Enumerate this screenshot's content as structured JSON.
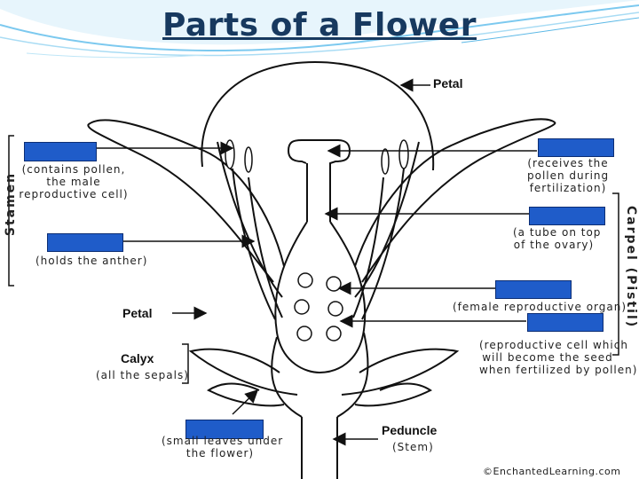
{
  "title": "Parts of a Flower",
  "labels": {
    "petal_top": "Petal",
    "stamen": "Stamen",
    "anther_desc": [
      "(contains pollen,",
      "the male",
      "reproductive cell)"
    ],
    "filament_desc": "(holds the anther)",
    "petal_left": "Petal",
    "calyx": "Calyx",
    "calyx_desc": "(all the sepals)",
    "sepal_desc": [
      "(small leaves under",
      "the flower)"
    ],
    "peduncle": "Peduncle",
    "peduncle_desc": "(Stem)",
    "carpel": "Carpel (Pistil)",
    "stigma_desc": [
      "(receives the",
      "pollen during",
      "fertilization)"
    ],
    "style_desc": [
      "(a tube on top",
      "of the ovary)"
    ],
    "ovary_desc": "(female reproductive organ)",
    "ovule_desc": [
      "(reproductive cell which",
      "will become the seed",
      "when fertilized by pollen)"
    ],
    "credit": "©EnchantedLearning.com"
  },
  "colors": {
    "title": "#17395f",
    "answer_box": "#1f5cc9",
    "header_swoosh": "#5bb8e6"
  }
}
